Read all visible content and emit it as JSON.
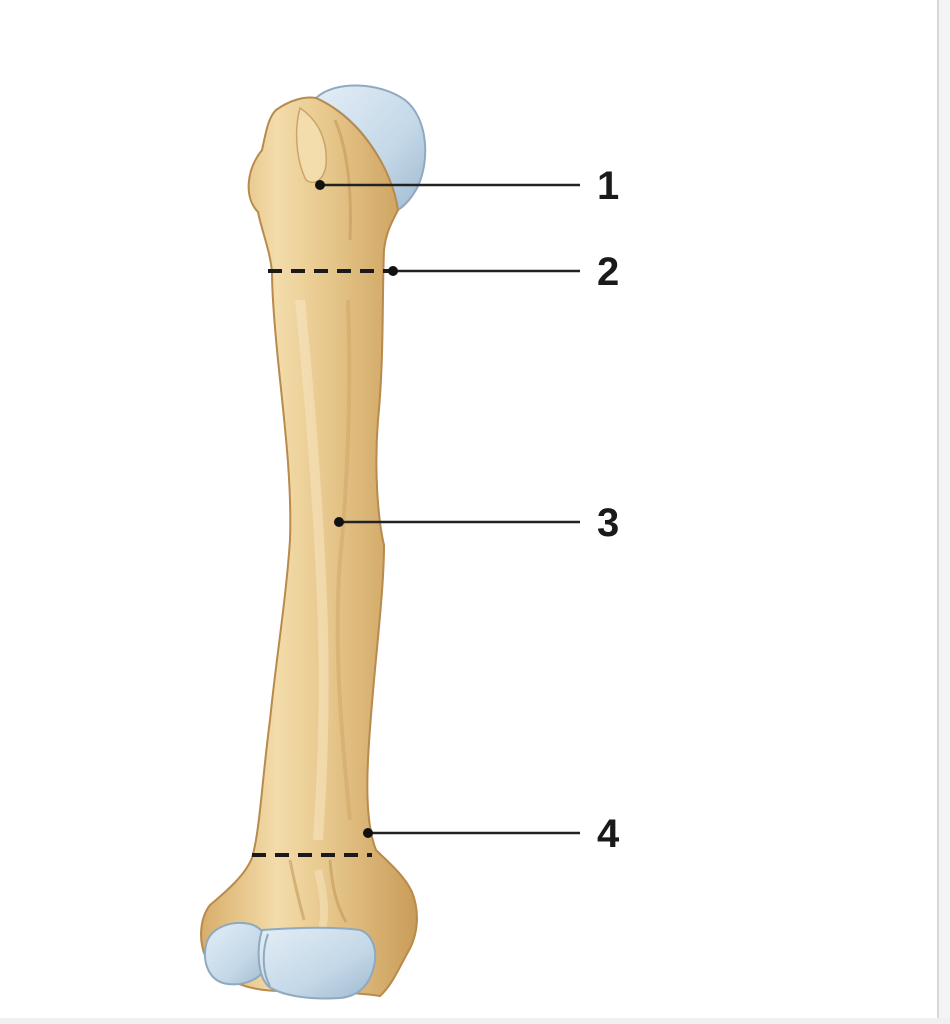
{
  "colors": {
    "bone": "#e9c98c",
    "bone_shadow": "#c79c5a",
    "bone_highlight": "#f6e2b8",
    "bone_outline": "#b9894a",
    "cartilage": "#c9dcea",
    "cartilage_shadow": "#9cb7cc",
    "line": "#222222",
    "background": "#ffffff"
  },
  "callouts": [
    {
      "id": "c1",
      "label": "1"
    },
    {
      "id": "c2",
      "label": "2"
    },
    {
      "id": "c3",
      "label": "3"
    },
    {
      "id": "c4",
      "label": "4"
    }
  ]
}
